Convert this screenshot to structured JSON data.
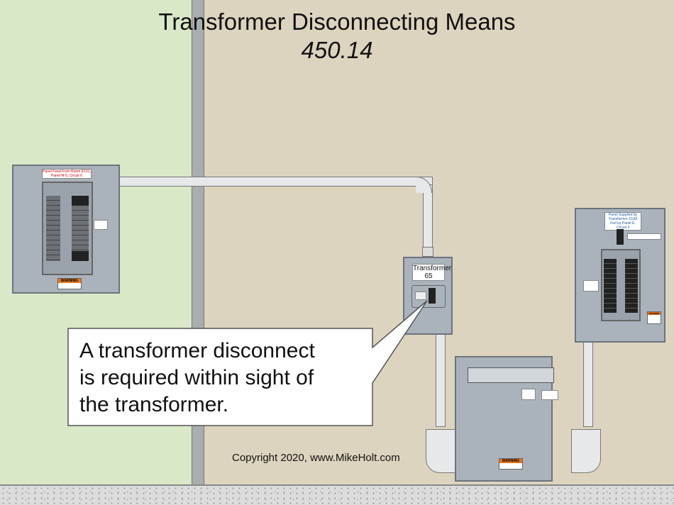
{
  "title": "Transformer Disconnecting Means",
  "subtitle": "450.14",
  "callout": {
    "lines": [
      "A transformer disconnect",
      "is required within sight of",
      "the transformer."
    ]
  },
  "copyright": "Copyright 2020, www.MikeHolt.com",
  "left_panel": {
    "label_1": "Panel Feed From Room E101,",
    "label_2": "Panel M-5, Circuit 6",
    "warning": "WARNING"
  },
  "disconnect": {
    "label_1": "Transformer",
    "label_2": "65"
  },
  "right_panel": {
    "label_1": "Panel Supplied by",
    "label_2": "Transformer X1A5",
    "label_3": "Fed by Panel E, Circuit 3",
    "warning": "WARNING"
  },
  "transformer": {
    "warning": "WARNING"
  },
  "colors": {
    "wall_left": "#d9e8c7",
    "wall_right": "#ddd4bf",
    "equipment": "#aab3bc",
    "warning": "#e8751a"
  }
}
